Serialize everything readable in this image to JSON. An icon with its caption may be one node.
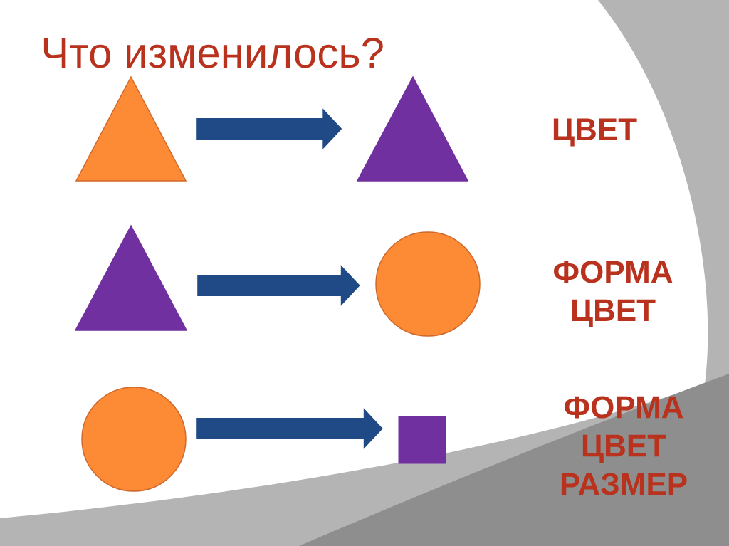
{
  "diagram": {
    "title": "Что изменилось?",
    "nodes": [
      {
        "text": [],
        "shape": "triangle"
      },
      {
        "text": [],
        "shape": "triangle"
      },
      {
        "text": [],
        "shape": "triangle"
      },
      {
        "text": [],
        "shape": "circle"
      },
      {
        "text": [],
        "shape": "circle"
      },
      {
        "text": [],
        "shape": "box"
      }
    ],
    "edges": [
      {
        "from": 0,
        "to": 1,
        "arrow": "to"
      },
      {
        "from": 2,
        "to": 3,
        "arrow": "to"
      },
      {
        "from": 4,
        "to": 5,
        "arrow": "to"
      }
    ],
    "labels": [
      "ЦВЕТ",
      "ФОРМА ЦВЕТ",
      "ФОРМА ЦВЕТ РАЗМЕР"
    ]
  }
}
